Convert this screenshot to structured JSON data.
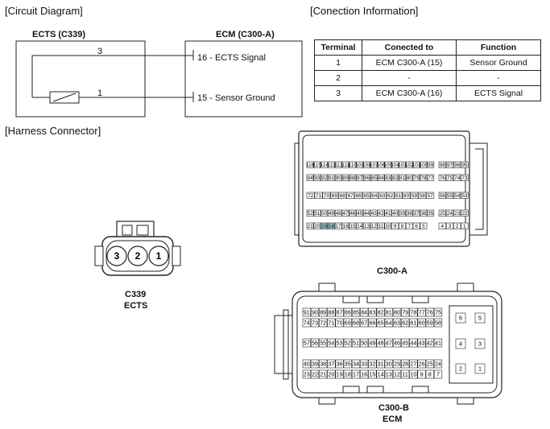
{
  "titles": {
    "circuit": "[Circuit Diagram]",
    "connection": "[Conection Information]",
    "harness": "[Harness Connector]"
  },
  "circuit": {
    "left_box": "ECTS (C339)",
    "right_box": "ECM (C300-A)",
    "pin_top": "3",
    "pin_bottom": "1",
    "signal_top": "16 - ECTS Signal",
    "signal_bottom": "15 - Sensor Ground"
  },
  "table": {
    "headers": [
      "Terminal",
      "Conected to",
      "Function"
    ],
    "rows": [
      [
        "1",
        "ECM C300-A (15)",
        "Sensor Ground"
      ],
      [
        "2",
        "-",
        "-"
      ],
      [
        "3",
        "ECM C300-A (16)",
        "ECTS Signal"
      ]
    ]
  },
  "c339": {
    "pins": [
      "3",
      "2",
      "1"
    ],
    "label1": "C339",
    "label2": "ECTS"
  },
  "c300a": {
    "label": "C300-A",
    "highlight_pins": [
      "18",
      "19"
    ],
    "rows": [
      {
        "left": [
          "116",
          "115",
          "114",
          "113",
          "112",
          "111",
          "110",
          "109",
          "108",
          "107",
          "106",
          "105",
          "104",
          "103",
          "102",
          "101",
          "100",
          "99"
        ],
        "right": [
          "98",
          "97",
          "96",
          "95"
        ]
      },
      {
        "left": [
          "94",
          "93",
          "92",
          "91",
          "90",
          "89",
          "88",
          "87",
          "86",
          "85",
          "84",
          "83",
          "82",
          "81",
          "80",
          "79",
          "78",
          "77"
        ],
        "right": [
          "76",
          "75",
          "74",
          "73"
        ]
      },
      {
        "left": [
          "72",
          "71",
          "70",
          "69",
          "68",
          "67",
          "66",
          "65",
          "64",
          "63",
          "62",
          "61",
          "60",
          "59",
          "58",
          "57"
        ],
        "right": [
          "56",
          "55",
          "54",
          "53"
        ]
      },
      {
        "left": [
          "52",
          "51",
          "50",
          "49",
          "48",
          "47",
          "46",
          "45",
          "44",
          "43",
          "42",
          "41",
          "40",
          "39",
          "38",
          "37",
          "36",
          "35"
        ],
        "right": [
          "25",
          "24",
          "23",
          "22"
        ]
      },
      {
        "left": [
          "21",
          "20",
          "19",
          "18",
          "17",
          "16",
          "15",
          "14",
          "13",
          "12",
          "11",
          "10",
          "9",
          "8",
          "7",
          "6",
          "5"
        ],
        "right": [
          "4",
          "3",
          "2",
          "1"
        ]
      }
    ]
  },
  "c300b": {
    "label1": "C300-B",
    "label2": "ECM",
    "rows": [
      [
        "91",
        "90",
        "89",
        "88",
        "87",
        "86",
        "85",
        "84",
        "83",
        "82",
        "81",
        "80",
        "79",
        "78",
        "77",
        "76",
        "75"
      ],
      [
        "74",
        "73",
        "72",
        "71",
        "70",
        "69",
        "68",
        "67",
        "66",
        "65",
        "64",
        "63",
        "62",
        "61",
        "60",
        "59",
        "58"
      ],
      [
        "57",
        "56",
        "55",
        "54",
        "53",
        "52",
        "51",
        "50",
        "49",
        "48",
        "47",
        "46",
        "45",
        "44",
        "43",
        "42",
        "41"
      ],
      [
        "40",
        "39",
        "38",
        "37",
        "36",
        "35",
        "34",
        "33",
        "32",
        "31",
        "30",
        "29",
        "28",
        "27",
        "26",
        "25",
        "24"
      ],
      [
        "23",
        "22",
        "21",
        "20",
        "19",
        "18",
        "17",
        "16",
        "15",
        "14",
        "13",
        "12",
        "11",
        "10",
        "9",
        "8",
        "7"
      ]
    ],
    "side_pins": [
      [
        "6",
        "5"
      ],
      [
        "4",
        "3"
      ],
      [
        "2",
        "1"
      ]
    ]
  }
}
